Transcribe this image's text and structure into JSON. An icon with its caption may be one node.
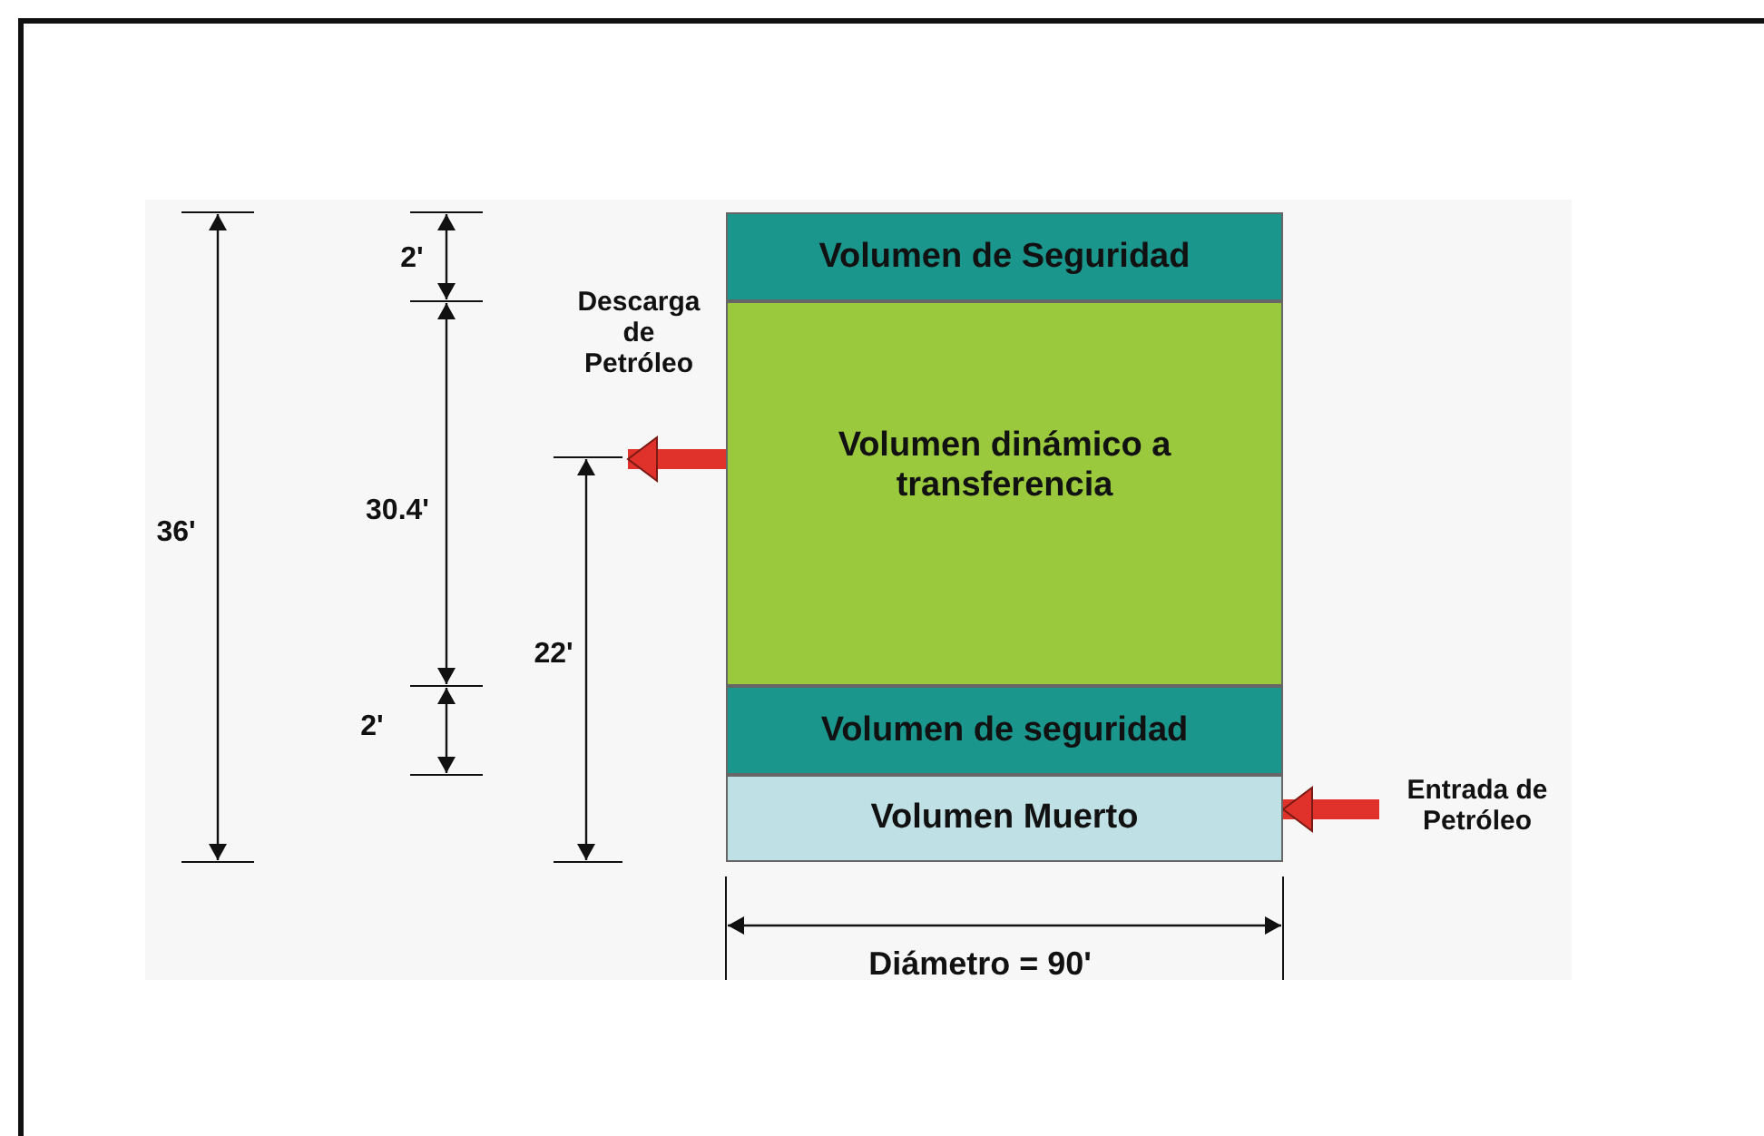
{
  "diagram": {
    "nodes": [
      {
        "text": [
          "Volumen de Seguridad"
        ]
      },
      {
        "text": [
          "Volumen dinámico a transferencia"
        ]
      },
      {
        "text": [
          "Volumen de seguridad"
        ]
      },
      {
        "text": [
          "Volumen Muerto"
        ]
      },
      {
        "text": [
          "Entrada de Petróleo"
        ]
      }
    ],
    "edges": [
      {
        "from": 1,
        "to": null,
        "arrow": "to"
      },
      {
        "from": 4,
        "to": 3,
        "arrow": "to"
      }
    ],
    "labels": [
      "Descarga de Petróleo",
      "2'",
      "36'",
      "30.4'",
      "22'",
      "2'",
      "Diámetro = 90'"
    ]
  }
}
